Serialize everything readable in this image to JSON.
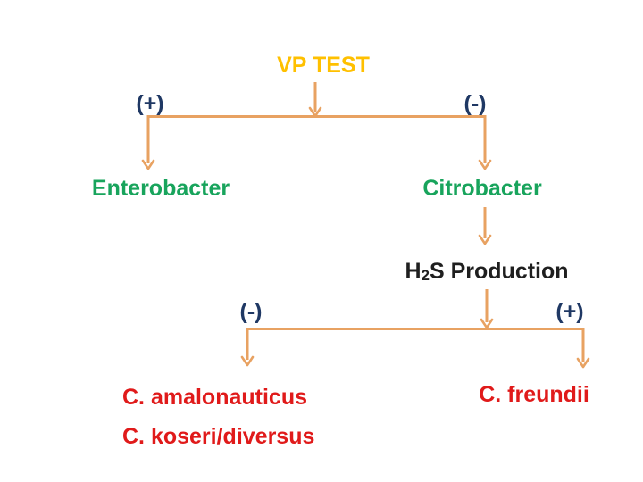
{
  "colors": {
    "background": "#FFFFFF",
    "gold": "#FFC000",
    "orange": "#E8A262",
    "navy": "#1F3864",
    "green": "#18A45C",
    "red": "#E01A1A",
    "dark": "#1F1F1F"
  },
  "diagram": {
    "title": "VP TEST",
    "level1": {
      "positive_label": "(+)",
      "negative_label": "(-)",
      "positive_result": "Enterobacter",
      "negative_result": "Citrobacter"
    },
    "level2": {
      "test_formula": {
        "element": "H",
        "subscript": "2",
        "rest": "S Production"
      },
      "negative_label": "(-)",
      "positive_label": "(+)",
      "negative_results": [
        "C. amalonauticus",
        "C. koseri/diversus"
      ],
      "positive_result": "C. freundii"
    }
  }
}
